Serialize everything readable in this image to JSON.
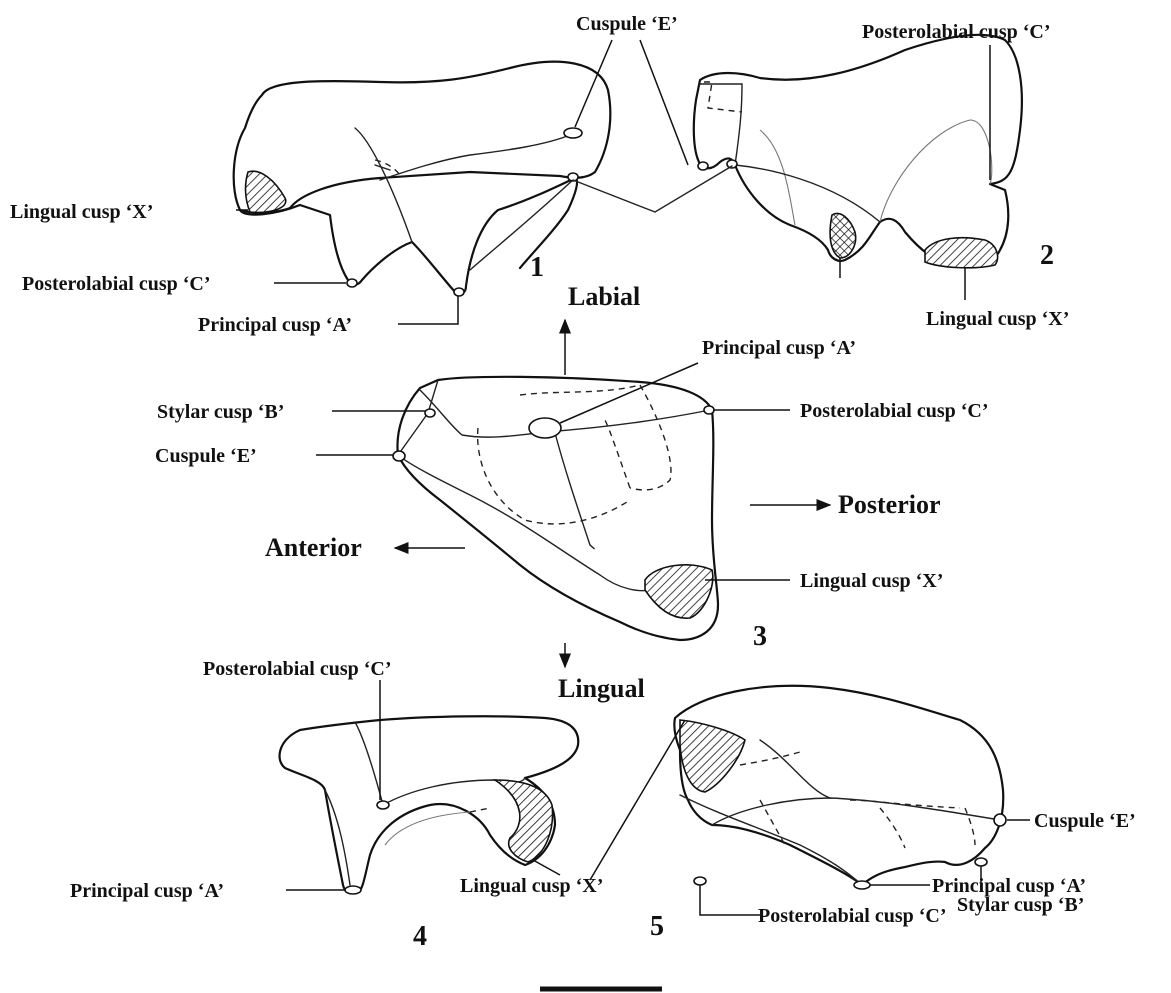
{
  "figure": {
    "panel_numbers": [
      "1",
      "2",
      "3",
      "4",
      "5"
    ],
    "directions": {
      "labial": "Labial",
      "lingual": "Lingual",
      "anterior": "Anterior",
      "posterior": "Posterior"
    },
    "labels": {
      "cuspule_e": "Cuspule ‘E’",
      "posterolabial_c": "Posterolabial cusp ‘C’",
      "lingual_x": "Lingual cusp ‘X’",
      "principal_a": "Principal cusp ‘A’",
      "stylar_b": "Stylar cusp ‘B’"
    }
  }
}
